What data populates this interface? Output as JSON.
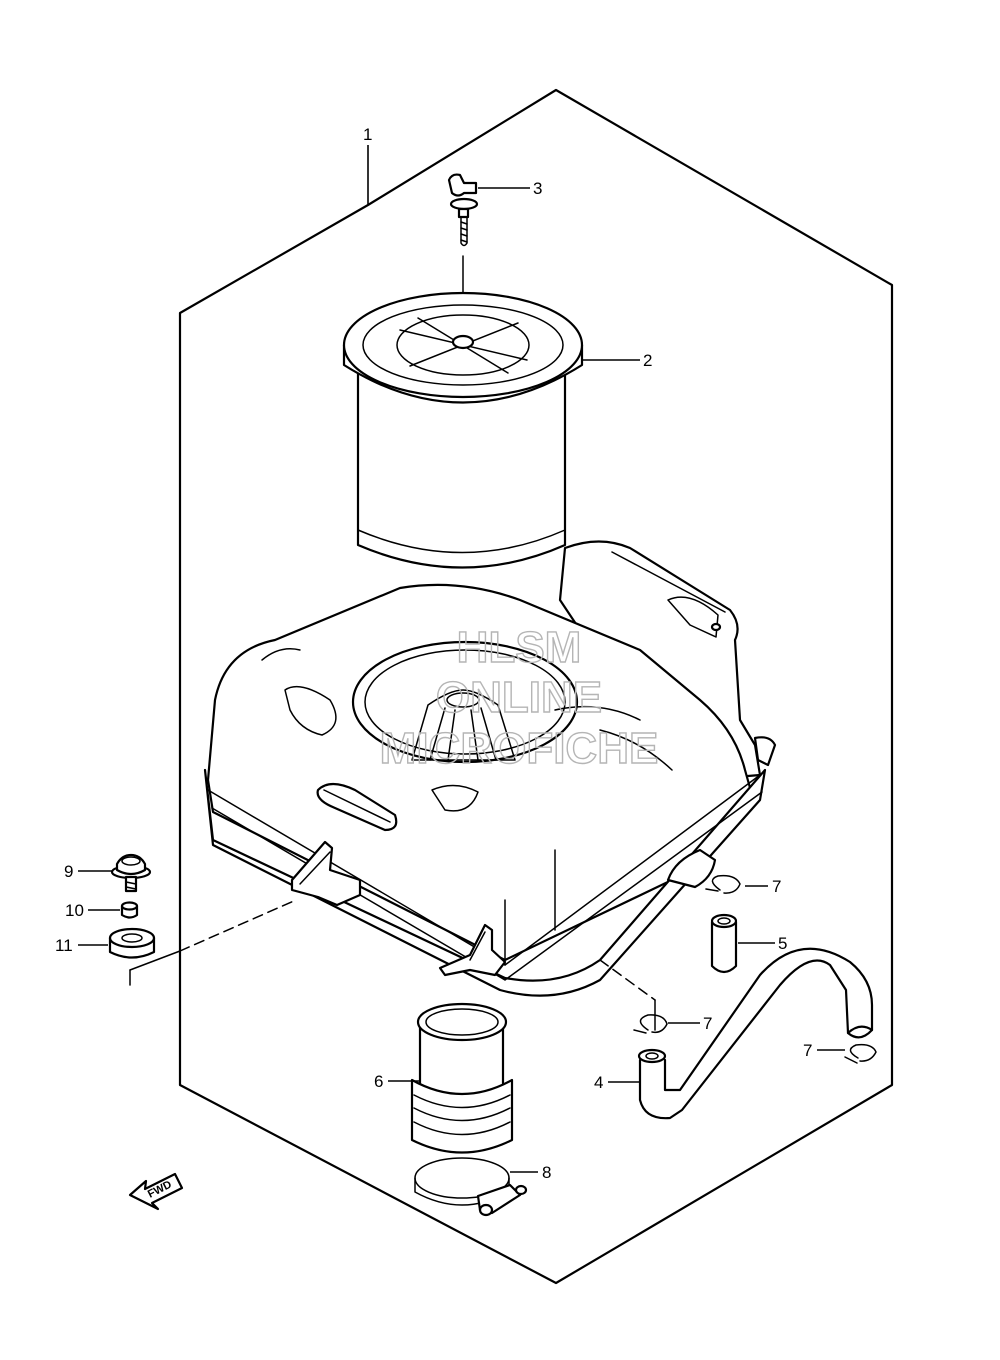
{
  "callouts": {
    "c1": "1",
    "c2": "2",
    "c3": "3",
    "c4": "4",
    "c5": "5",
    "c6": "6",
    "c7a": "7",
    "c7b": "7",
    "c7c": "7",
    "c8": "8",
    "c9": "9",
    "c10": "10",
    "c11": "11"
  },
  "watermark": {
    "line1": "HLSM",
    "line2": "ONLINE",
    "line3": "MICROFICHE"
  },
  "fwd_arrow": {
    "label": "FWD"
  }
}
